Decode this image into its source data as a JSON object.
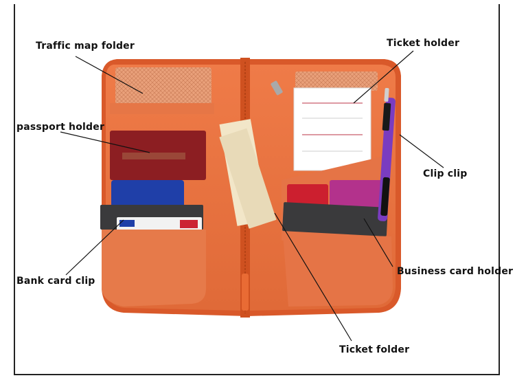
{
  "labels": {
    "traffic_map_folder": "Traffic map folder",
    "ticket_holder": "Ticket holder",
    "passport_holder": "passport holder",
    "clip_clip": "Clip clip",
    "bank_card_clip": "Bank card clip",
    "business_card_holder": "Business card holder",
    "ticket_folder": "Ticket folder"
  },
  "colors": {
    "wallet_orange": "#e8703f",
    "passport_red": "#8c1e22",
    "card_blue": "#1f3fa8",
    "strap_gray": "#3a3a3c",
    "pen_purple": "#7a3cc0"
  }
}
